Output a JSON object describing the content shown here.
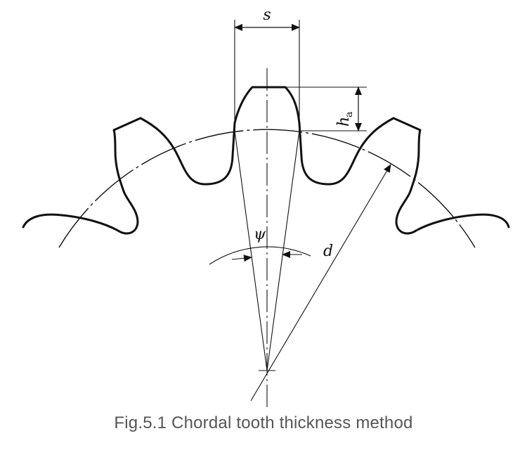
{
  "labels": {
    "s": "s",
    "ha_main": "h",
    "ha_sub": "a",
    "psi": "ψ",
    "d": "d"
  },
  "caption": "Fig.5.1 Chordal tooth thickness method",
  "colors": {
    "line": "#111111",
    "caption": "#555555",
    "background": "#ffffff"
  }
}
